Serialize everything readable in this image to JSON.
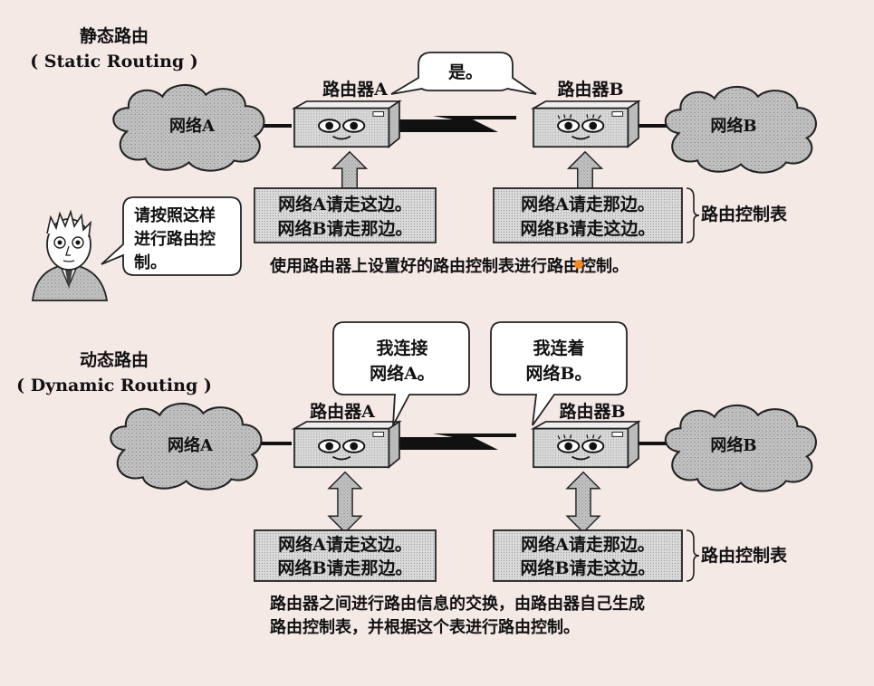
{
  "static": {
    "title": "静态路由",
    "subtitle": "( Static Routing )",
    "network_a": "网络A",
    "network_b": "网络B",
    "router_a": "路由器A",
    "router_b": "路由器B",
    "bubble_reply": "是。",
    "admin_bubble": [
      "请按照这样",
      "进行路由控",
      "制。"
    ],
    "table_a": [
      "网络A请走这边。",
      "网络B请走那边。"
    ],
    "table_b": [
      "网络A请走那边。",
      "网络B请走这边。"
    ],
    "table_label": "路由控制表",
    "caption": "使用路由器上设置好的路由控制表进行路由控制。"
  },
  "dynamic": {
    "title": "动态路由",
    "subtitle": "( Dynamic Routing )",
    "network_a": "网络A",
    "network_b": "网络B",
    "router_a": "路由器A",
    "router_b": "路由器B",
    "bubble_a": [
      "我连接",
      "网络A。"
    ],
    "bubble_b": [
      "我连着",
      "网络B。"
    ],
    "table_a": [
      "网络A请走这边。",
      "网络B请走那边。"
    ],
    "table_b": [
      "网络A请走那边。",
      "网络B请走这边。"
    ],
    "table_label": "路由控制表",
    "caption": [
      "路由器之间进行路由信息的交换，由路由器自己生成",
      "路由控制表，并根据这个表进行路由控制。"
    ]
  },
  "colors": {
    "background": "#f5e9e6",
    "ink": "#111111",
    "cloud_fill": "#bdbdbd",
    "router_fill": "#d6d6d6",
    "arrow_fill": "#a8a8a8",
    "marker_dot": "#f08a24"
  },
  "icons": [
    "cloud-icon",
    "router-icon",
    "admin-person-icon",
    "lightning-link-icon",
    "up-arrow-icon",
    "double-arrow-icon"
  ]
}
